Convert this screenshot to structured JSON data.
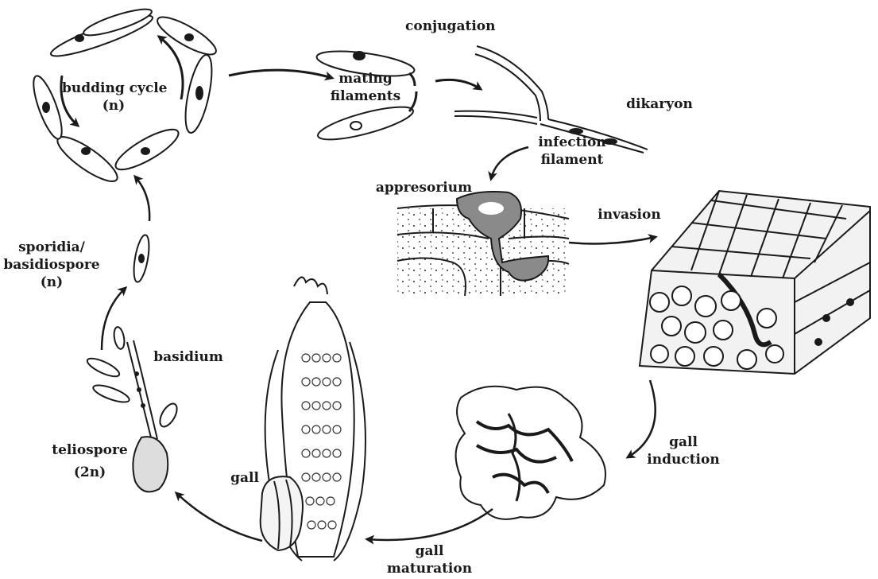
{
  "labels": {
    "budding_cycle": "budding cycle",
    "budding_cycle_ploidy": "(n)",
    "mating_filaments_1": "mating",
    "mating_filaments_2": "filaments",
    "conjugation": "conjugation",
    "dikaryon": "dikaryon",
    "infection_filament_1": "infection",
    "infection_filament_2": "filament",
    "appresorium": "appresorium",
    "invasion": "invasion",
    "gall_induction_1": "gall",
    "gall_induction_2": "induction",
    "gall_maturation_1": "gall",
    "gall_maturation_2": "maturation",
    "gall": "gall",
    "teliospore_1": "teliospore",
    "teliospore_2": "(2n)",
    "basidium": "basidium",
    "sporidia_1": "sporidia/",
    "sporidia_2": "basidiospore",
    "sporidia_3": "(n)"
  },
  "colors": {
    "ink": "#1a1a1a",
    "cell_fill": "#ffffff",
    "appresorium_fill": "#8a8a8a",
    "gall_fill": "#f4f4f4"
  }
}
